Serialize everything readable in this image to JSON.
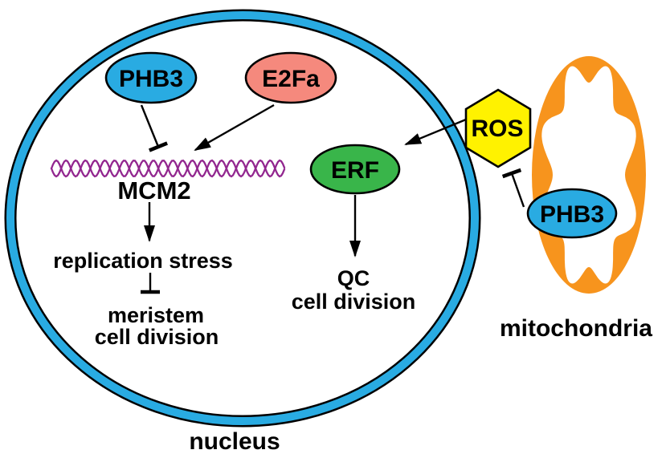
{
  "figure": {
    "type": "signaling-pathway-diagram",
    "compartments": {
      "nucleus_label": "nucleus",
      "mitochondria_label": "mitochondria"
    }
  },
  "labels": {
    "phb3_nucleus": "PHB3",
    "e2fa": "E2Fa",
    "erf": "ERF",
    "mcm2": "MCM2",
    "ros": "ROS",
    "phb3_mito": "PHB3",
    "replication_stress": "replication stress",
    "meristem_line1": "meristem",
    "meristem_line2": "cell division",
    "qc_line1": "QC",
    "qc_line2": "cell division",
    "nucleus": "nucleus",
    "mitochondria": "mitochondria"
  },
  "colors": {
    "nucleus_membrane": "#29ABE2",
    "phb3": "#29ABE2",
    "e2fa": "#F5897D",
    "erf": "#39B54A",
    "ros": "#FFF200",
    "mitochondria": "#F7941D",
    "dna": "#92278F",
    "line": "#000000",
    "text": "#000000",
    "background": "#FFFFFF"
  },
  "edges": [
    {
      "from": "PHB3 (nucleus)",
      "to": "MCM2",
      "type": "inhibition"
    },
    {
      "from": "E2Fa",
      "to": "MCM2",
      "type": "activation"
    },
    {
      "from": "MCM2",
      "to": "replication stress",
      "type": "activation"
    },
    {
      "from": "replication stress",
      "to": "meristem cell division",
      "type": "inhibition"
    },
    {
      "from": "ROS",
      "to": "ERF",
      "type": "activation"
    },
    {
      "from": "ERF",
      "to": "QC cell division",
      "type": "activation"
    },
    {
      "from": "PHB3 (mitochondria)",
      "to": "ROS",
      "type": "inhibition"
    }
  ]
}
